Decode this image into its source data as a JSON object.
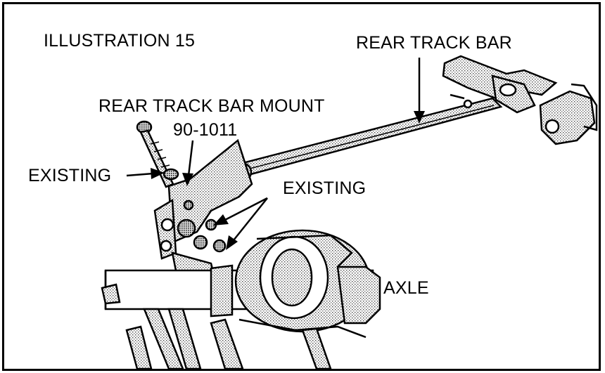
{
  "diagram": {
    "title": "ILLUSTRATION 15",
    "labels": {
      "rear_track_bar": "REAR TRACK BAR",
      "mount": "REAR TRACK BAR MOUNT",
      "part_number": "90-1011",
      "existing_left": "EXISTING",
      "existing_right": "EXISTING",
      "axle": "AXLE"
    }
  }
}
